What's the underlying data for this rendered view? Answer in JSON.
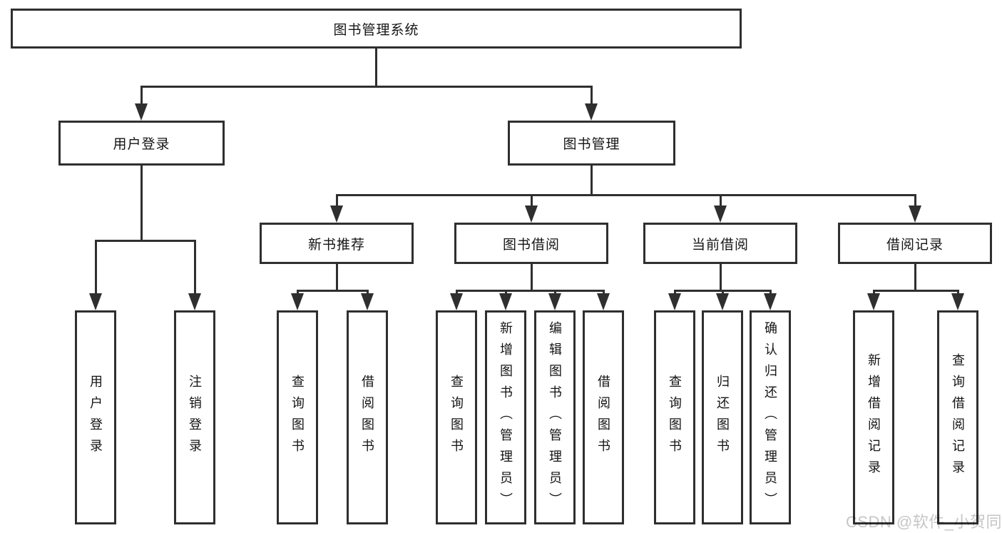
{
  "diagram": {
    "root": {
      "label": "图书管理系统"
    },
    "level2": {
      "user_login": {
        "label": "用户登录"
      },
      "book_management": {
        "label": "图书管理"
      }
    },
    "user_login_children": [
      {
        "label": "用户登录"
      },
      {
        "label": "注销登录"
      }
    ],
    "level3": [
      {
        "label": "新书推荐"
      },
      {
        "label": "图书借阅"
      },
      {
        "label": "当前借阅"
      },
      {
        "label": "借阅记录"
      }
    ],
    "leaf_groups": {
      "new_book_recommend": [
        {
          "label": "查询图书"
        },
        {
          "label": "借阅图书"
        }
      ],
      "book_borrow": [
        {
          "label": "查询图书"
        },
        {
          "label": "新增图书（管理员）"
        },
        {
          "label": "编辑图书（管理员）"
        },
        {
          "label": "借阅图书"
        }
      ],
      "current_borrow": [
        {
          "label": "查询图书"
        },
        {
          "label": "归还图书"
        },
        {
          "label": "确认归还（管理员）"
        }
      ],
      "borrow_records": [
        {
          "label": "新增借阅记录"
        },
        {
          "label": "查询借阅记录"
        }
      ]
    }
  },
  "watermark": {
    "text": "CSDN @软件_小贺同学"
  },
  "colors": {
    "line": "#2f2f2f",
    "box_border": "#2f2f2f",
    "text": "#141414",
    "background": "#ffffff",
    "watermark": "#c6c6c8"
  }
}
